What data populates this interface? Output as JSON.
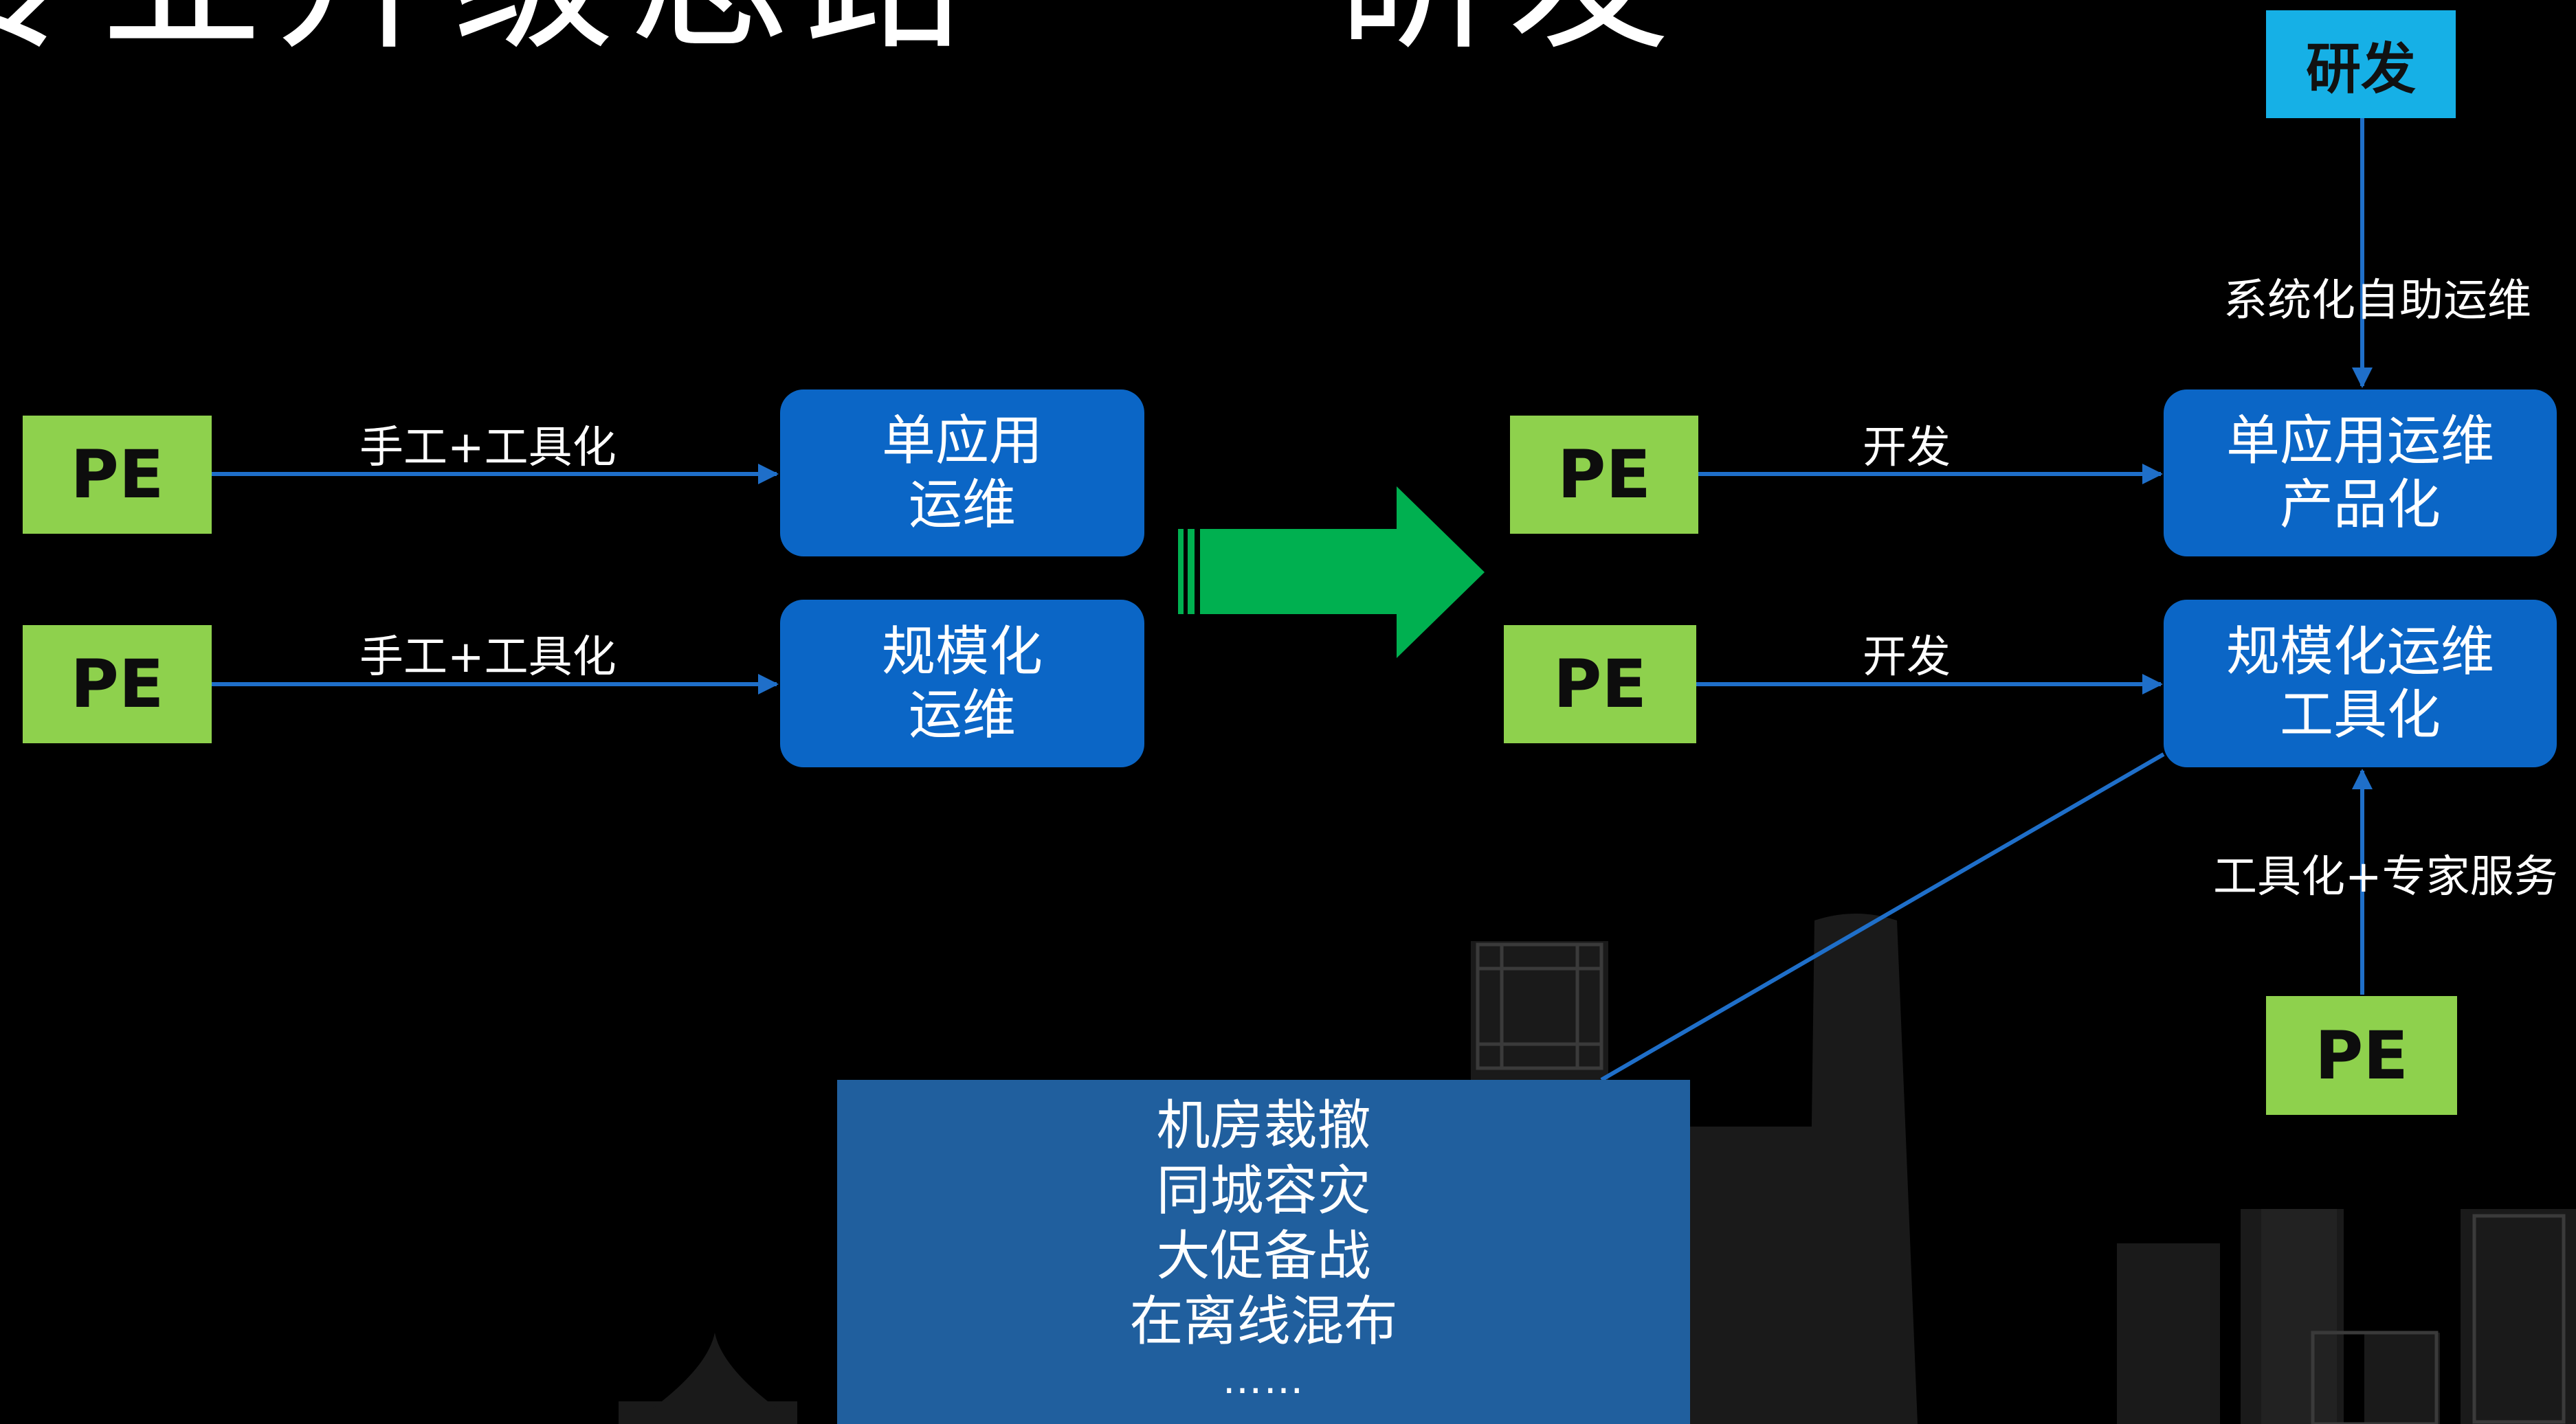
{
  "title": "专业升级思路——研发",
  "colors": {
    "background": "#000000",
    "pe_box": "#8ed14d",
    "node_box": "#0b66c6",
    "rd_box": "#16b0e6",
    "task_box": "#205f9e",
    "connector": "#1f6fc9",
    "transition_arrow": "#00b050"
  },
  "left": {
    "pe_top": "PE",
    "pe_bottom": "PE",
    "edge_top_label": "手工+工具化",
    "edge_bottom_label": "手工+工具化",
    "node_top": {
      "line1": "单应用",
      "line2": "运维"
    },
    "node_bottom": {
      "line1": "规模化",
      "line2": "运维"
    }
  },
  "right": {
    "rd_box": "研发",
    "rd_edge_label": "系统化自助运维",
    "pe_top": "PE",
    "pe_middle": "PE",
    "pe_bottom": "PE",
    "edge_top_label": "开发",
    "edge_middle_label": "开发",
    "expert_edge_label": "工具化+专家服务",
    "node_top": {
      "line1": "单应用运维",
      "line2": "产品化"
    },
    "node_bottom": {
      "line1": "规模化运维",
      "line2": "工具化"
    }
  },
  "tasks": {
    "items": [
      "机房裁撤",
      "同城容灾",
      "大促备战",
      "在离线混布"
    ],
    "more": "……"
  },
  "icons": {
    "transition": "right-arrow-icon"
  }
}
